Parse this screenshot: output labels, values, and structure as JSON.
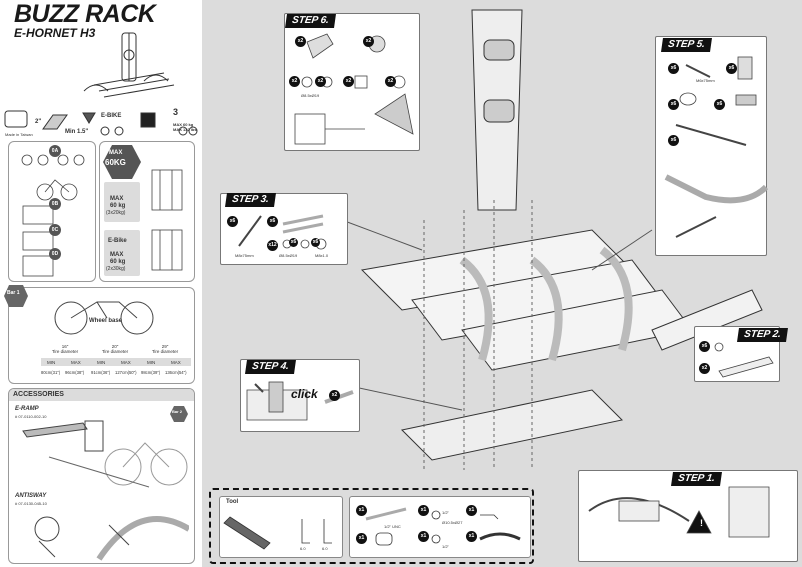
{
  "brand": {
    "name": "BUZZ RACK",
    "model": "E-HORNET H3"
  },
  "spec": {
    "hitch_size": "2\"",
    "min_label": "Min 1.5\"",
    "ebike_label": "E-BIKE",
    "made_in": "Made in Taiwan",
    "bike_count": "3",
    "max_weight_line1": "MAX 60 kg",
    "max_weight_line2": "MAX 132 lbs"
  },
  "weight": {
    "badge_line1": "MAX",
    "badge_line2": "60KG",
    "bike_max_line1": "MAX",
    "bike_max_line2": "60 kg",
    "bike_max_line3": "(3x20kg)",
    "ebike_label": "E-Bike",
    "ebike_max_line1": "MAX",
    "ebike_max_line2": "60 kg",
    "ebike_max_line3": "(2x30kg)"
  },
  "loading_steps": [
    "0A",
    "0B",
    "0C",
    "0D"
  ],
  "wheelbase": {
    "badge": "Bar 1",
    "title": "Wheel base",
    "tire_cols": [
      "16\"\nTire diameter",
      "20\"\nTire diameter",
      "29\"\nTire diameter"
    ],
    "minmax": [
      "MIN",
      "MAX",
      "MIN",
      "MAX",
      "MIN",
      "MAX"
    ],
    "values": [
      "80cm(31\")",
      "96cm(38\")",
      "91cm(36\")",
      "127cm(50\")",
      "98cm(39\")",
      "136cm(54\")"
    ]
  },
  "accessories": {
    "title": "ACCESSORIES",
    "item1_name": "E-RAMP",
    "item1_code": "# 07-0110-002-10",
    "item1_badge": "Bar 2",
    "item2_name": "ANTISWAY",
    "item2_code": "# 07-0130-045-10"
  },
  "steps": {
    "s1": "STEP 1.",
    "s2": "STEP 2.",
    "s3": "STEP 3.",
    "s4": "STEP 4.",
    "s5": "STEP 5.",
    "s6": "STEP 6."
  },
  "step6": {
    "qty": [
      "x2",
      "x2",
      "x2",
      "x2",
      "x2",
      "x2"
    ],
    "part_label": "Ø8.5xØ19"
  },
  "step5": {
    "qty": [
      "x6",
      "x6",
      "x6",
      "x6",
      "x6"
    ],
    "part_label": "M6x75mm"
  },
  "step3": {
    "qty": [
      "x6",
      "x6",
      "x12",
      "x6",
      "x6"
    ],
    "labels": [
      "M8x75mm",
      "Ø8.5xØ19",
      "M8x1.0"
    ]
  },
  "step4": {
    "click": "click",
    "qty": "x2"
  },
  "step2": {
    "qty": [
      "x6",
      "x2"
    ]
  },
  "toolbox": {
    "tool_label": "Tool",
    "hex_labels": [
      "6.0",
      "6.0"
    ],
    "qty": [
      "x1",
      "x1",
      "x1",
      "x1",
      "x1",
      "x1"
    ],
    "labels": [
      "1/2\" UNC",
      "Ø10.5xØ27",
      "1/2\"",
      "1/2\""
    ]
  }
}
